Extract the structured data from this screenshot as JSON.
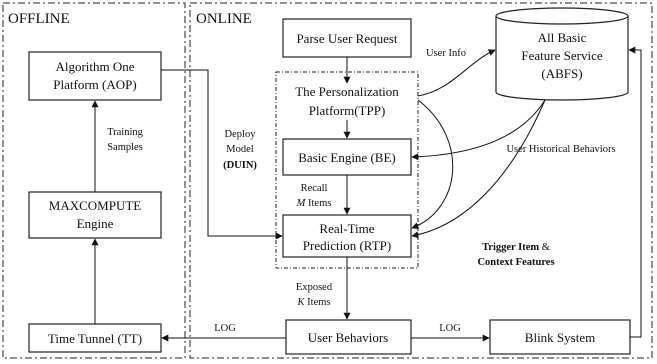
{
  "regions": {
    "offline": "OFFLINE",
    "online": "ONLINE"
  },
  "boxes": {
    "aop": [
      "Algorithm One",
      "Platform (AOP)"
    ],
    "maxcompute": [
      "MAXCOMPUTE",
      "Engine"
    ],
    "tt": "Time Tunnel (TT)",
    "parse": "Parse User Request",
    "tpp": [
      "The Personalization",
      "Platform(TPP)"
    ],
    "be": "Basic Engine (BE)",
    "rtp": [
      "Real-Time",
      "Prediction (RTP)"
    ],
    "user_behaviors": "User Behaviors",
    "blink": "Blink System",
    "abfs": [
      "All Basic",
      "Feature Service",
      "(ABFS)"
    ]
  },
  "labels": {
    "training": [
      "Training",
      "Samples"
    ],
    "deploy": [
      "Deploy",
      "Model"
    ],
    "duin": "(DUIN)",
    "recall": "Recall",
    "recall_m": "M",
    "recall_items": " Items",
    "exposed": "Exposed",
    "exposed_k": "K",
    "exposed_items": " Items",
    "user_info": "User Info",
    "user_hist": "User Historical Behaviors",
    "trigger": "Trigger Item",
    "amp": " &",
    "context": "Context Features",
    "log_left": "LOG",
    "log_right": "LOG"
  }
}
